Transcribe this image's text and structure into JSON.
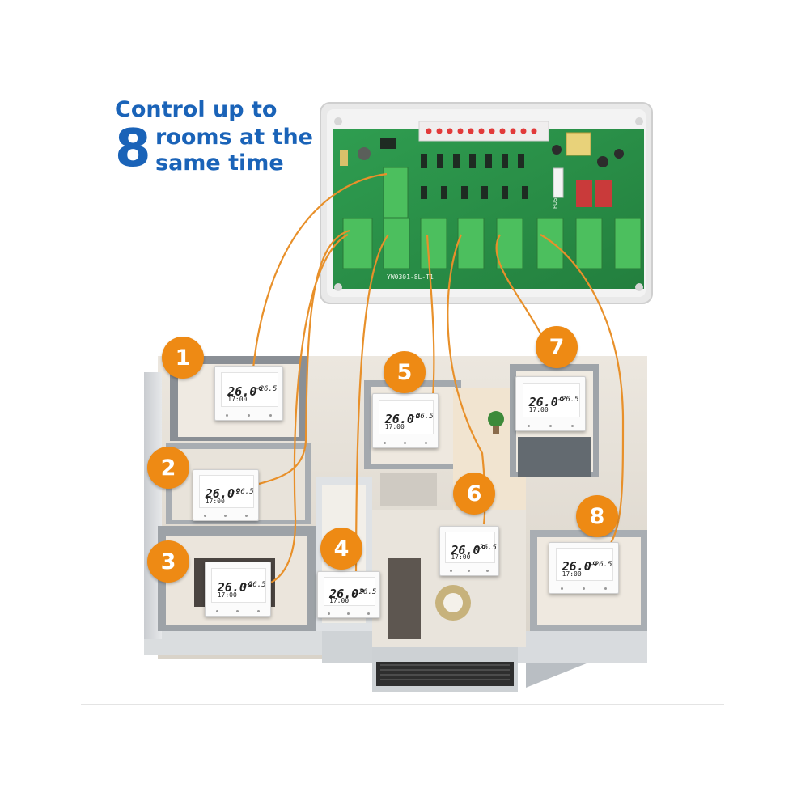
{
  "headline": {
    "line1": "Control up to",
    "number": "8",
    "line2": "rooms at the",
    "line3": "same time"
  },
  "board": {
    "model_label": "YW0301-8L-T1",
    "fuse_label": "FUSE"
  },
  "thermostat": {
    "temp": "26.0°",
    "setpoint": "-26.5",
    "time": "17:00"
  },
  "rooms": [
    "1",
    "2",
    "3",
    "4",
    "5",
    "6",
    "7",
    "8"
  ],
  "colors": {
    "accent_orange": "#ee8a14",
    "headline_blue": "#1a63b8",
    "pcb_green": "#2e9a4e",
    "terminal_green": "#4cbf5e",
    "wire": "#e8902a"
  }
}
